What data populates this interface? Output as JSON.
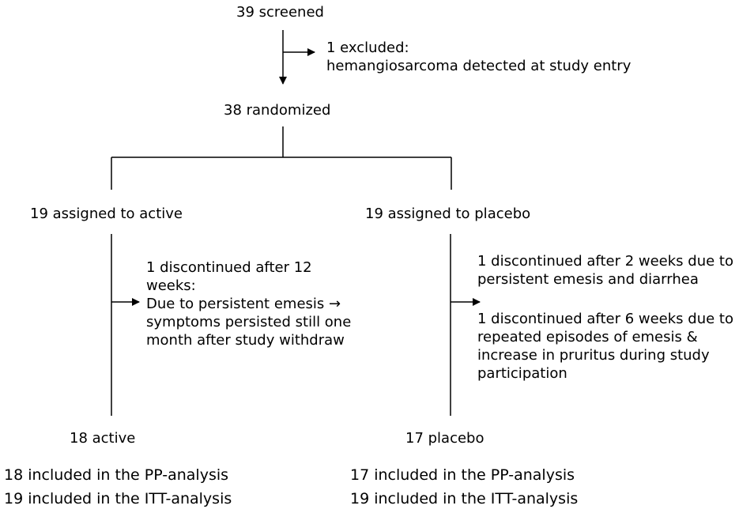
{
  "screened": "39 screened",
  "excluded": {
    "line1": "1 excluded:",
    "line2": "hemangiosarcoma detected at study entry"
  },
  "randomized": "38 randomized",
  "active": {
    "assigned": "19 assigned to active",
    "discontinued": [
      "1 discontinued after 12",
      "weeks:",
      "Due to persistent emesis →",
      "symptoms persisted still one",
      "month after study withdraw"
    ],
    "final": "18  active",
    "pp": "18 included in the PP-analysis",
    "itt": "19 included in the ITT-analysis"
  },
  "placebo": {
    "assigned": "19 assigned to placebo",
    "discontinued_1": [
      "1 discontinued after 2 weeks due to",
      "persistent emesis and diarrhea"
    ],
    "discontinued_2": [
      "1 discontinued after 6 weeks due to",
      "repeated episodes of emesis &",
      "increase in pruritus during study",
      "participation"
    ],
    "final": "17 placebo",
    "pp": "17 included in the PP-analysis",
    "itt": "19 included in the ITT-analysis"
  }
}
